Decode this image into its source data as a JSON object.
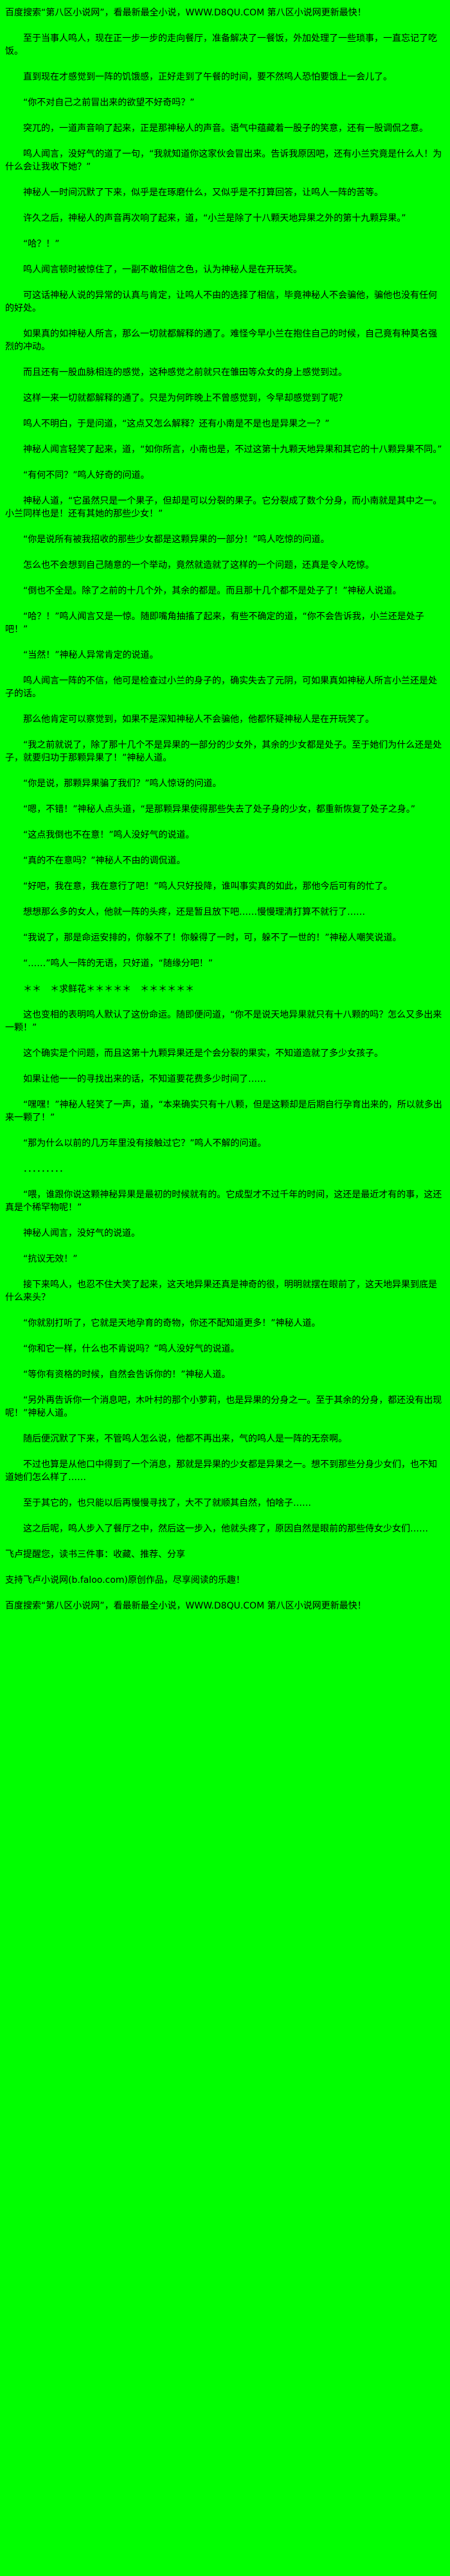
{
  "page": {
    "bg_color": "#00ff00",
    "text_color": "#000000"
  },
  "header": {
    "promo": "百度搜索“第八区小说网”，看最新最全小说，WWW.D8QU.COM 第八区小说网更新最快！"
  },
  "content": {
    "paragraphs": [
      "至于当事人鸣人，现在正一步一步的走向餐厅，准备解决了一餐饭，外加处理了一些琐事，一直忘记了吃饭。",
      "直到现在才感觉到一阵的饥饿感，正好走到了午餐的时间，要不然鸣人恐怕要饿上一会儿了。",
      "“你不对自己之前冒出来的欲望不好奇吗？”",
      "突兀的，一道声音响了起来，正是那神秘人的声音。语气中蕴藏着一股子的笑意，还有一股调侃之意。",
      "鸣人闻言，没好气的道了一句，“我就知道你这家伙会冒出来。告诉我原因吧，还有小兰究竟是什么人！为什么会让我收下她？”",
      "神秘人一时间沉默了下来，似乎是在琢磨什么，又似乎是不打算回答，让鸣人一阵的苦等。",
      "许久之后，神秘人的声音再次响了起来，道，“小兰是除了十八颗天地异果之外的第十九颗异果。”",
      "“哈？！”",
      "鸣人闻言顿时被惊住了，一副不敢相信之色，认为神秘人是在开玩笑。",
      "可这话神秘人说的异常的认真与肯定，让鸣人不由的选择了相信，毕竟神秘人不会骗他，骗他也没有任何的好处。",
      "如果真的如神秘人所言，那么一切就都解释的通了。难怪今早小兰在抱住自己的时候，自己竟有种莫名强烈的冲动。",
      "而且还有一股血脉相连的感觉，这种感觉之前就只在雏田等众女的身上感觉到过。",
      "这样一来一切就都解释的通了。只是为何昨晚上不曾感觉到，今早却感觉到了呢？",
      "鸣人不明白，于是问道，“这点又怎么解释？还有小南是不是也是异果之一？”",
      "神秘人闻言轻笑了起来，道，“如你所言，小南也是，不过这第十九颗天地异果和其它的十八颗异果不同。”",
      "“有何不同？”鸣人好奇的问道。",
      "神秘人道，“它虽然只是一个果子，但却是可以分裂的果子。它分裂成了数个分身，而小南就是其中之一。小兰同样也是！还有其她的那些少女！”",
      "“你是说所有被我招收的那些少女都是这颗异果的一部分！”鸣人吃惊的问道。",
      "怎么也不会想到自己随意的一个举动，竟然就造就了这样的一个问题，还真是令人吃惊。",
      "“倒也不全是。除了之前的十几个外，其余的都是。而且那十几个都不是处子了！”神秘人说道。",
      "“哈？！”鸣人闻言又是一惊。随即嘴角抽搐了起来，有些不确定的道，“你不会告诉我，小兰还是处子吧！”",
      "“当然！”神秘人异常肯定的说道。",
      "鸣人闻言一阵的不信，他可是检查过小兰的身子的，确实失去了元阴，可如果真如神秘人所言小兰还是处子的话。",
      "那么他肯定可以察觉到，如果不是深知神秘人不会骗他，他都怀疑神秘人是在开玩笑了。",
      "“我之前就说了，除了那十几个不是异果的一部分的少女外，其余的少女都是处子。至于她们为什么还是处子，就要归功于那颗异果了！”神秘人道。",
      "“你是说，那颗异果骗了我们？”鸣人惊讶的问道。",
      "“嗯，不错！”神秘人点头道，“是那颗异果使得那些失去了处子身的少女，都重新恢复了处子之身。”",
      "“这点我倒也不在意！”鸣人没好气的说道。",
      "“真的不在意吗？”神秘人不由的调侃道。",
      "“好吧，我在意，我在意行了吧！”鸣人只好投降，谁叫事实真的如此，那他今后可有的忙了。",
      "想想那么多的女人，他就一阵的头疼，还是暂且放下吧……慢慢理清打算不就行了……",
      "“我说了，那是命运安排的，你躲不了！你躲得了一时，可，躲不了一世的！”神秘人嘲笑说道。",
      "“……”鸣人一阵的无语，只好道，“随缘分吧！”",
      "＊＊　＊求鲜花＊＊＊＊＊　＊＊＊＊＊＊",
      "这也变相的表明鸣人默认了这份命运。随即便问道，“你不是说天地异果就只有十八颗的吗？怎么又多出来一颗！”",
      "这个确实是个问题，而且这第十九颗异果还是个会分裂的果实，不知道造就了多少女孩子。",
      "如果让他一一的寻找出来的话，不知道要花费多少时间了……",
      "“嘿嘿！”神秘人轻笑了一声，道，“本来确实只有十八颗，但是这颗却是后期自行孕育出来的，所以就多出来一颗了！”",
      "“那为什么以前的几万年里没有接触过它？”鸣人不解的问道。",
      "．．．．．．．．．",
      "“喂，谁跟你说这颗神秘异果是最初的时候就有的。它成型才不过千年的时间，这还是最近才有的事，这还真是个稀罕物呢！”",
      "神秘人闻言，没好气的说道。",
      "“抗议无效！”",
      "接下来鸣人，也忍不住大笑了起来，这天地异果还真是神奇的很，明明就摆在眼前了，这天地异果到底是什么来头？",
      "“你就别打听了，它就是天地孕育的奇物，你还不配知道更多！”神秘人道。",
      "“你和它一样，什么也不肯说吗？”鸣人没好气的说道。",
      "“等你有资格的时候，自然会告诉你的！”神秘人道。",
      "“另外再告诉你一个消息吧，木叶村的那个小萝莉，也是异果的分身之一。至于其余的分身，都还没有出现呢！”神秘人道。",
      "随后便沉默了下来，不管鸣人怎么说，他都不再出来，气的鸣人是一阵的无奈啊。",
      "不过也算是从他口中得到了一个消息，那就是异果的少女都是异果之一。想不到那些分身少女们，也不知道她们怎么样了……",
      "至于其它的，也只能以后再慢慢寻找了，大不了就顺其自然，怕啥子……",
      "这之后呢，鸣人步入了餐厅之中，然后这一步入，他就头疼了，原因自然是眼前的那些侍女少女们……"
    ]
  },
  "footer": {
    "reminder": "飞卢提醒您，读书三件事：收藏、推荐、分享",
    "support": "支持飞卢小说网(b.faloo.com)原创作品，尽享阅读的乐趣！",
    "promo": "百度搜索“第八区小说网”，看最新最全小说，WWW.D8QU.COM 第八区小说网更新最快！"
  }
}
